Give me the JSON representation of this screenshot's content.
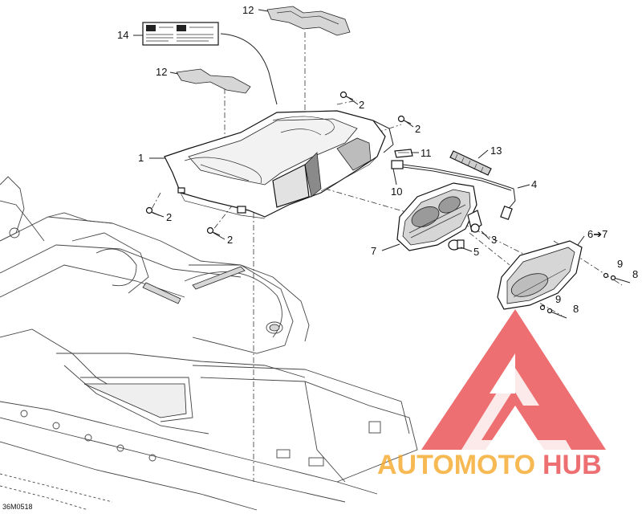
{
  "diagram": {
    "drawing_code": "36M0518",
    "callouts": [
      {
        "id": "c14",
        "text": "14"
      },
      {
        "id": "c12a",
        "text": "12"
      },
      {
        "id": "c12b",
        "text": "12"
      },
      {
        "id": "c2a",
        "text": "2"
      },
      {
        "id": "c2b",
        "text": "2"
      },
      {
        "id": "c2c",
        "text": "2"
      },
      {
        "id": "c2d",
        "text": "2"
      },
      {
        "id": "c1",
        "text": "1"
      },
      {
        "id": "c11",
        "text": "11"
      },
      {
        "id": "c13",
        "text": "13"
      },
      {
        "id": "c10",
        "text": "10"
      },
      {
        "id": "c4",
        "text": "4"
      },
      {
        "id": "c6",
        "text": "6➔7"
      },
      {
        "id": "c7",
        "text": "7"
      },
      {
        "id": "c3",
        "text": "3"
      },
      {
        "id": "c5",
        "text": "5"
      },
      {
        "id": "c9a",
        "text": "9"
      },
      {
        "id": "c8a",
        "text": "8"
      },
      {
        "id": "c9b",
        "text": "9"
      },
      {
        "id": "c8b",
        "text": "8"
      }
    ]
  },
  "watermark": {
    "brand_part1": "AUTOMOTO",
    "brand_part2": "HUB",
    "color_part1": "#F5A623",
    "color_part2": "#E8474A",
    "triangle_color": "#E8474A"
  }
}
